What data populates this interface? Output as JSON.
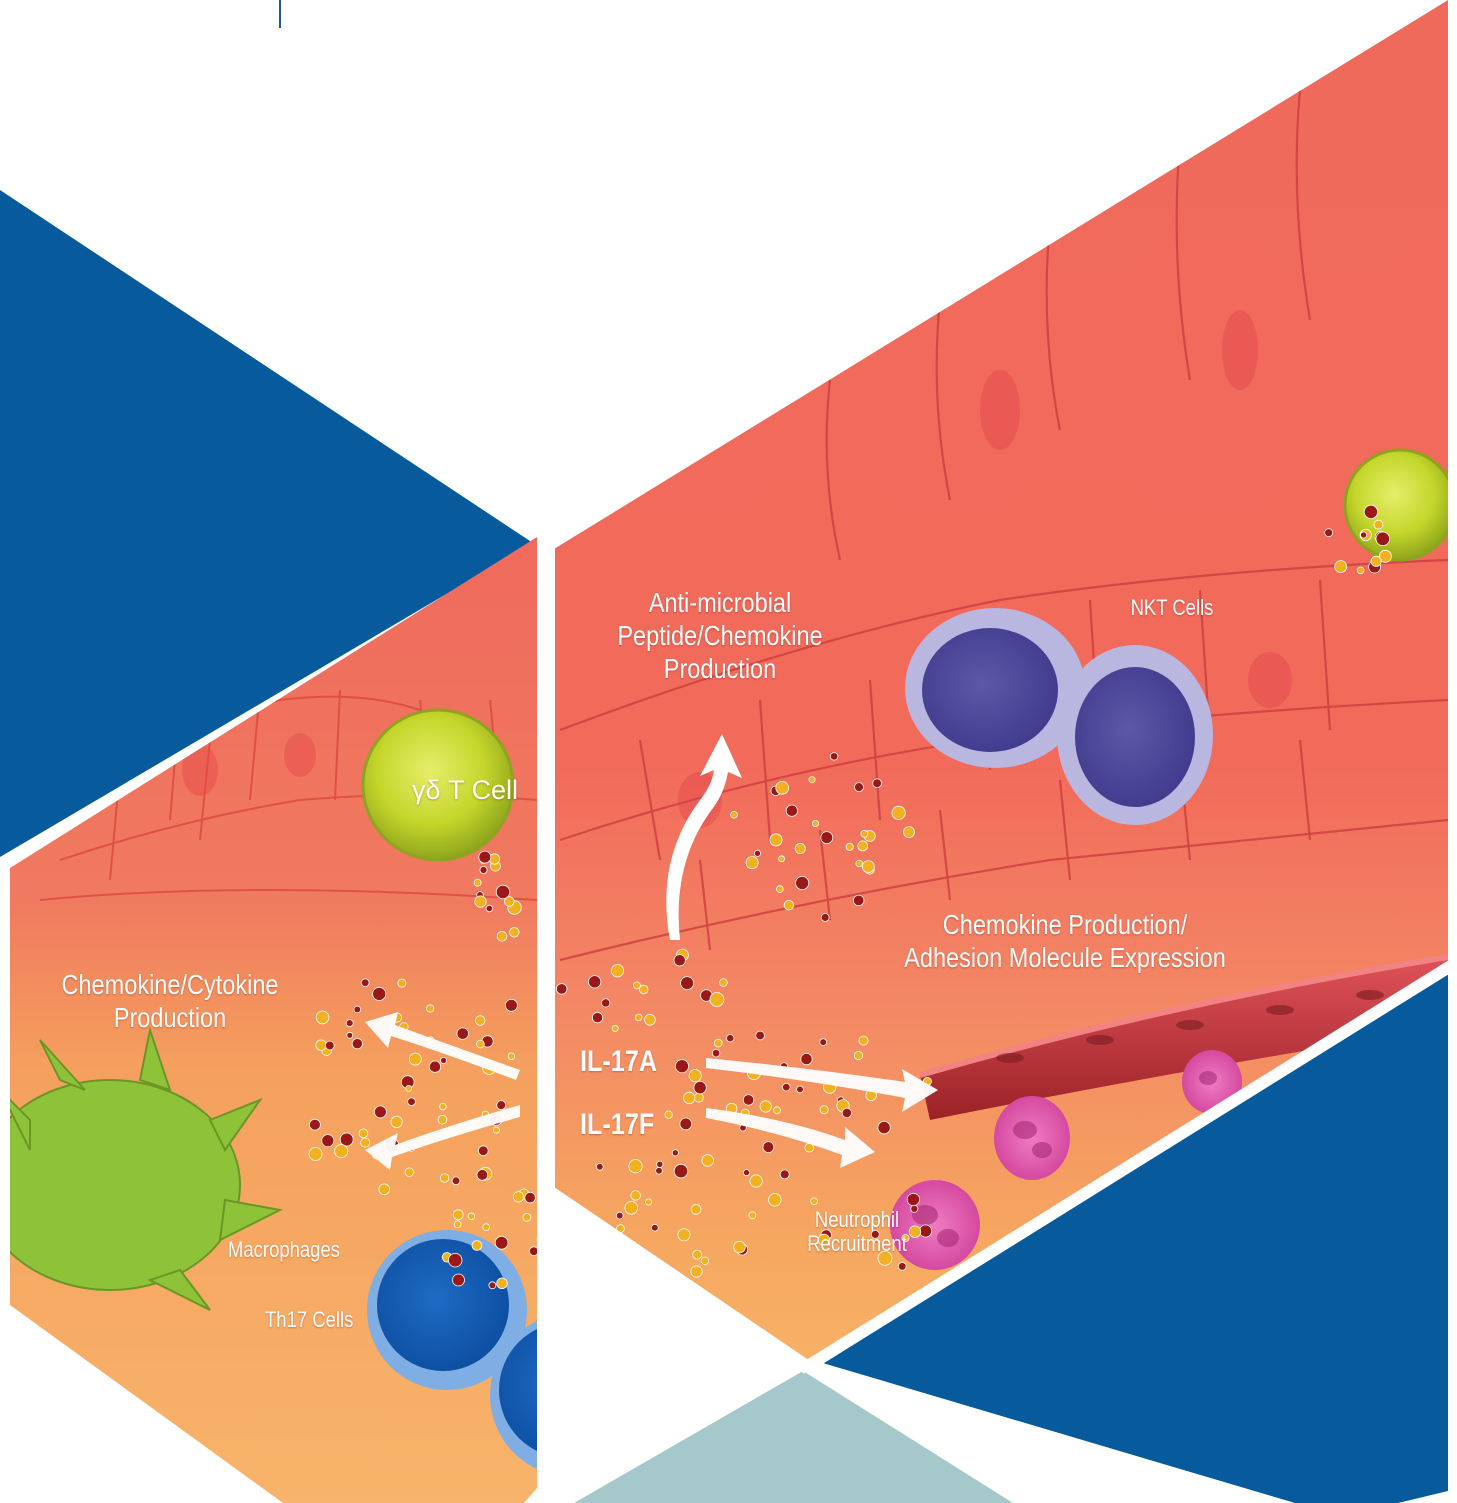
{
  "colors": {
    "navy": "#075a9b",
    "teal": "#a5c8ca",
    "tissue_red": "#f06b5e",
    "tissue_orange": "#f6a35e",
    "vessel": "#c53a3a",
    "gd_cell": "#c4d62b",
    "nkt_cell": "#7b76be",
    "th17_cell": "#2f7ad0",
    "neutrophil": "#d7489e",
    "macrophage": "#8ec238",
    "particle_gold": "#f3b11f",
    "particle_red": "#9b1818"
  },
  "labels": {
    "gd_t_cell": "γδ T Cell",
    "anti_microbial": [
      "Anti-microbial",
      "Peptide/Chemokine",
      "Production"
    ],
    "nkt_cells": "NKT Cells",
    "chemokine_adhesion": [
      "Chemokine Production/",
      "Adhesion Molecule Expression"
    ],
    "chemokine_cytokine": [
      "Chemokine/Cytokine",
      "Production"
    ],
    "il17a": "IL-17A",
    "il17f": "IL-17F",
    "macrophages": "Macrophages",
    "th17_cells": "Th17 Cells",
    "neutrophil": [
      "Neutrophil",
      "Recruitment"
    ]
  },
  "icons": [
    "arrow-up-icon",
    "arrow-left-icon",
    "arrow-right-icon"
  ]
}
